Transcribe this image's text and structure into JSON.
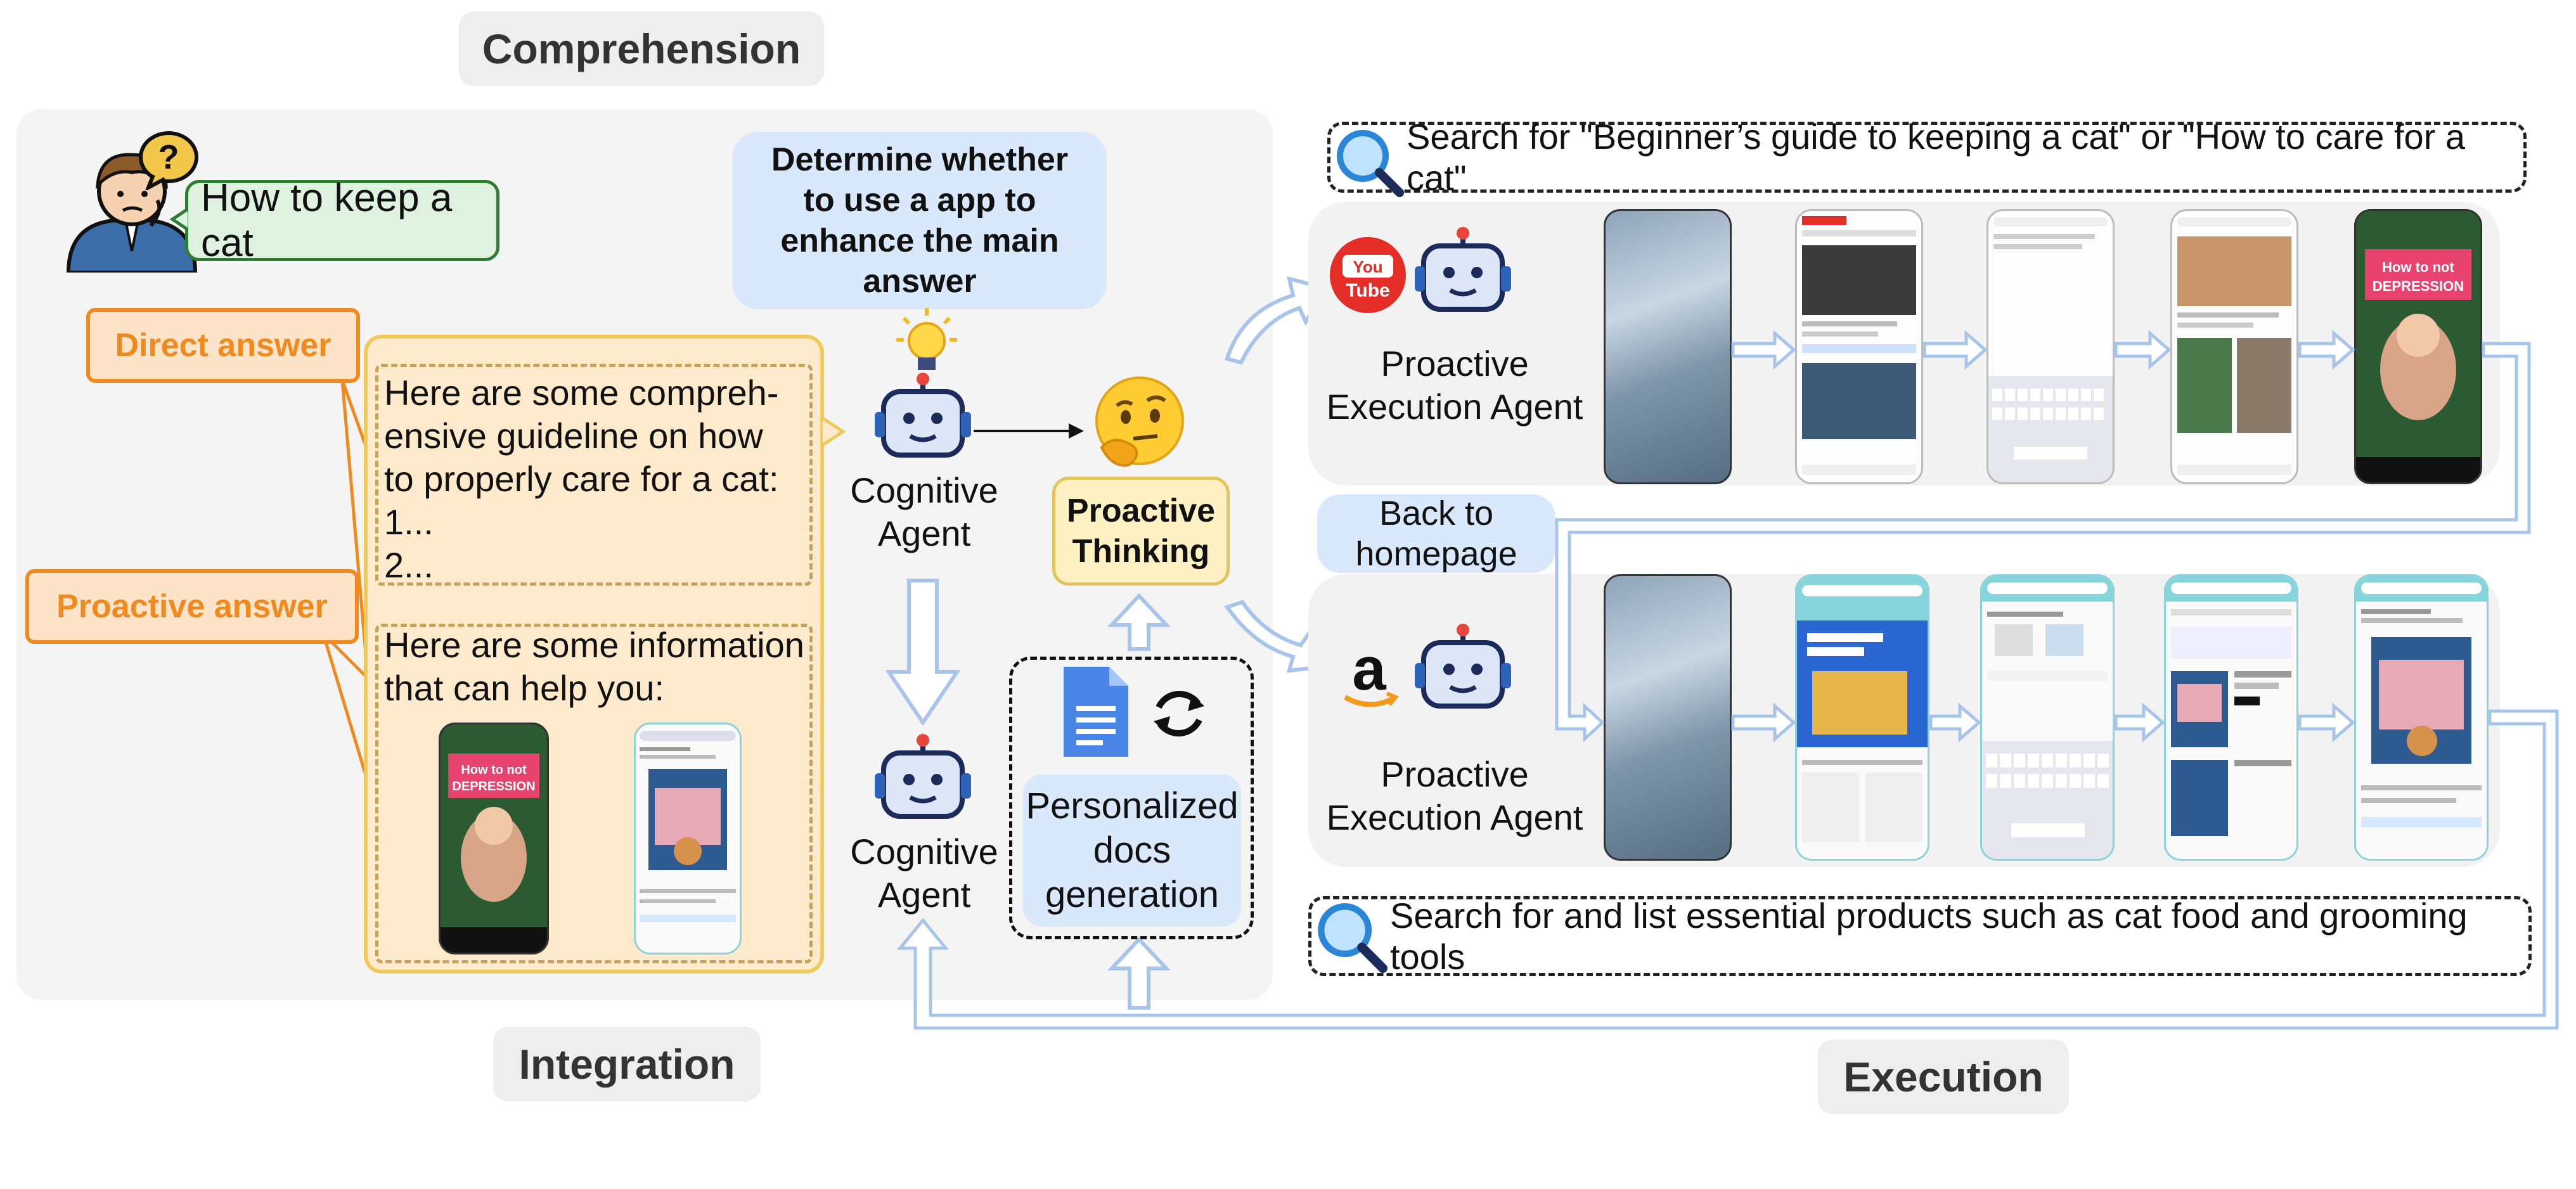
{
  "sections": {
    "comprehension": "Comprehension",
    "integration": "Integration",
    "execution": "Execution"
  },
  "user": {
    "query": "How to keep a cat",
    "avatar_icon": "confused-user-icon",
    "question_icon": "question-bubble-icon"
  },
  "answers": {
    "direct_tag": "Direct answer",
    "direct_text": "Here are some compreh-\nensive guideline on how\nto properly care for a cat:\n1...\n2...",
    "proactive_tag": "Proactive answer",
    "proactive_text": "Here are some information\nthat can help you:"
  },
  "comprehension": {
    "decision": "Determine whether to use a app to enhance the main answer"
  },
  "agents": {
    "cognitive_top": "Cognitive Agent",
    "cognitive_bottom": "Cognitive Agent",
    "proactive_thinking": "Proactive Thinking",
    "docs_generation": "Personalized docs generation",
    "exec_top": "Proactive Execution Agent",
    "exec_bottom": "Proactive Execution Agent",
    "back_home": "Back to homepage"
  },
  "searches": {
    "top": "Search for \"Beginner’s guide to keeping a cat\" or \"How to care for a cat\"",
    "bottom": "Search for and list essential products such as cat food and grooming tools"
  },
  "icons": {
    "youtube": "youtube-logo",
    "amazon": "amazon-logo",
    "docs": "google-docs-icon",
    "refresh": "refresh-icon",
    "bulb": "lightbulb-icon",
    "thinking": "thinking-face-icon",
    "robot": "robot-icon",
    "search": "magnifier-icon"
  },
  "colors": {
    "orange": "#f08a1e",
    "blue_arrow": "#a9c4ea",
    "green_border": "#2f7d32"
  }
}
